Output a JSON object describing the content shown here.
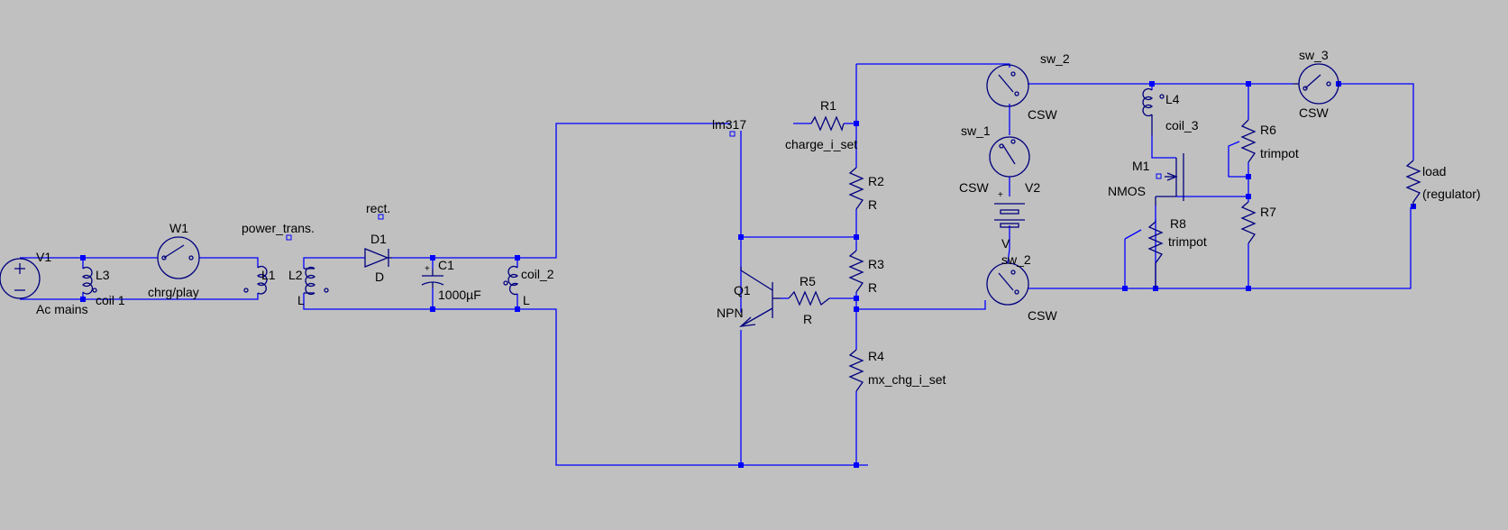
{
  "colors": {
    "background": "#c0c0c0",
    "wire": "#0000ff",
    "symbol": "#00007f",
    "text": "#000000"
  },
  "components": {
    "V1": {
      "ref": "V1",
      "value": "Ac mains"
    },
    "L3": {
      "ref": "L3",
      "value": "coil 1"
    },
    "W1": {
      "ref": "W1",
      "value": "chrg/play"
    },
    "L1": {
      "ref": "L1"
    },
    "power_trans": {
      "label": "power_trans."
    },
    "rect": {
      "label": "rect."
    },
    "L2": {
      "ref": "L2",
      "value": "L"
    },
    "D1": {
      "ref": "D1",
      "value": "D"
    },
    "C1": {
      "ref": "C1",
      "value": "1000µF"
    },
    "coil_2": {
      "ref": "coil_2",
      "value": "L"
    },
    "lm317": {
      "label": "lm317"
    },
    "R1": {
      "ref": "R1",
      "value": "charge_i_set"
    },
    "R2": {
      "ref": "R2",
      "value": "R"
    },
    "R3": {
      "ref": "R3",
      "value": "R"
    },
    "R4": {
      "ref": "R4",
      "value": "mx_chg_i_set"
    },
    "R5": {
      "ref": "R5",
      "value": "R"
    },
    "Q1": {
      "ref": "Q1",
      "value": "NPN"
    },
    "sw2_top": {
      "ref": "sw_2",
      "value": "CSW"
    },
    "sw1": {
      "ref": "sw_1",
      "value": "CSW"
    },
    "V2": {
      "ref": "V2",
      "value": "V"
    },
    "sw2_bot": {
      "ref": "sw_2",
      "value": "CSW"
    },
    "L4": {
      "ref": "L4",
      "value": "coil_3"
    },
    "M1": {
      "ref": "M1",
      "value": "NMOS"
    },
    "R6": {
      "ref": "R6",
      "value": "trimpot"
    },
    "R7": {
      "ref": "R7"
    },
    "R8": {
      "ref": "R8",
      "value": "trimpot"
    },
    "sw3": {
      "ref": "sw_3",
      "value": "CSW"
    },
    "load": {
      "ref": "load",
      "value": "(regulator)"
    }
  }
}
